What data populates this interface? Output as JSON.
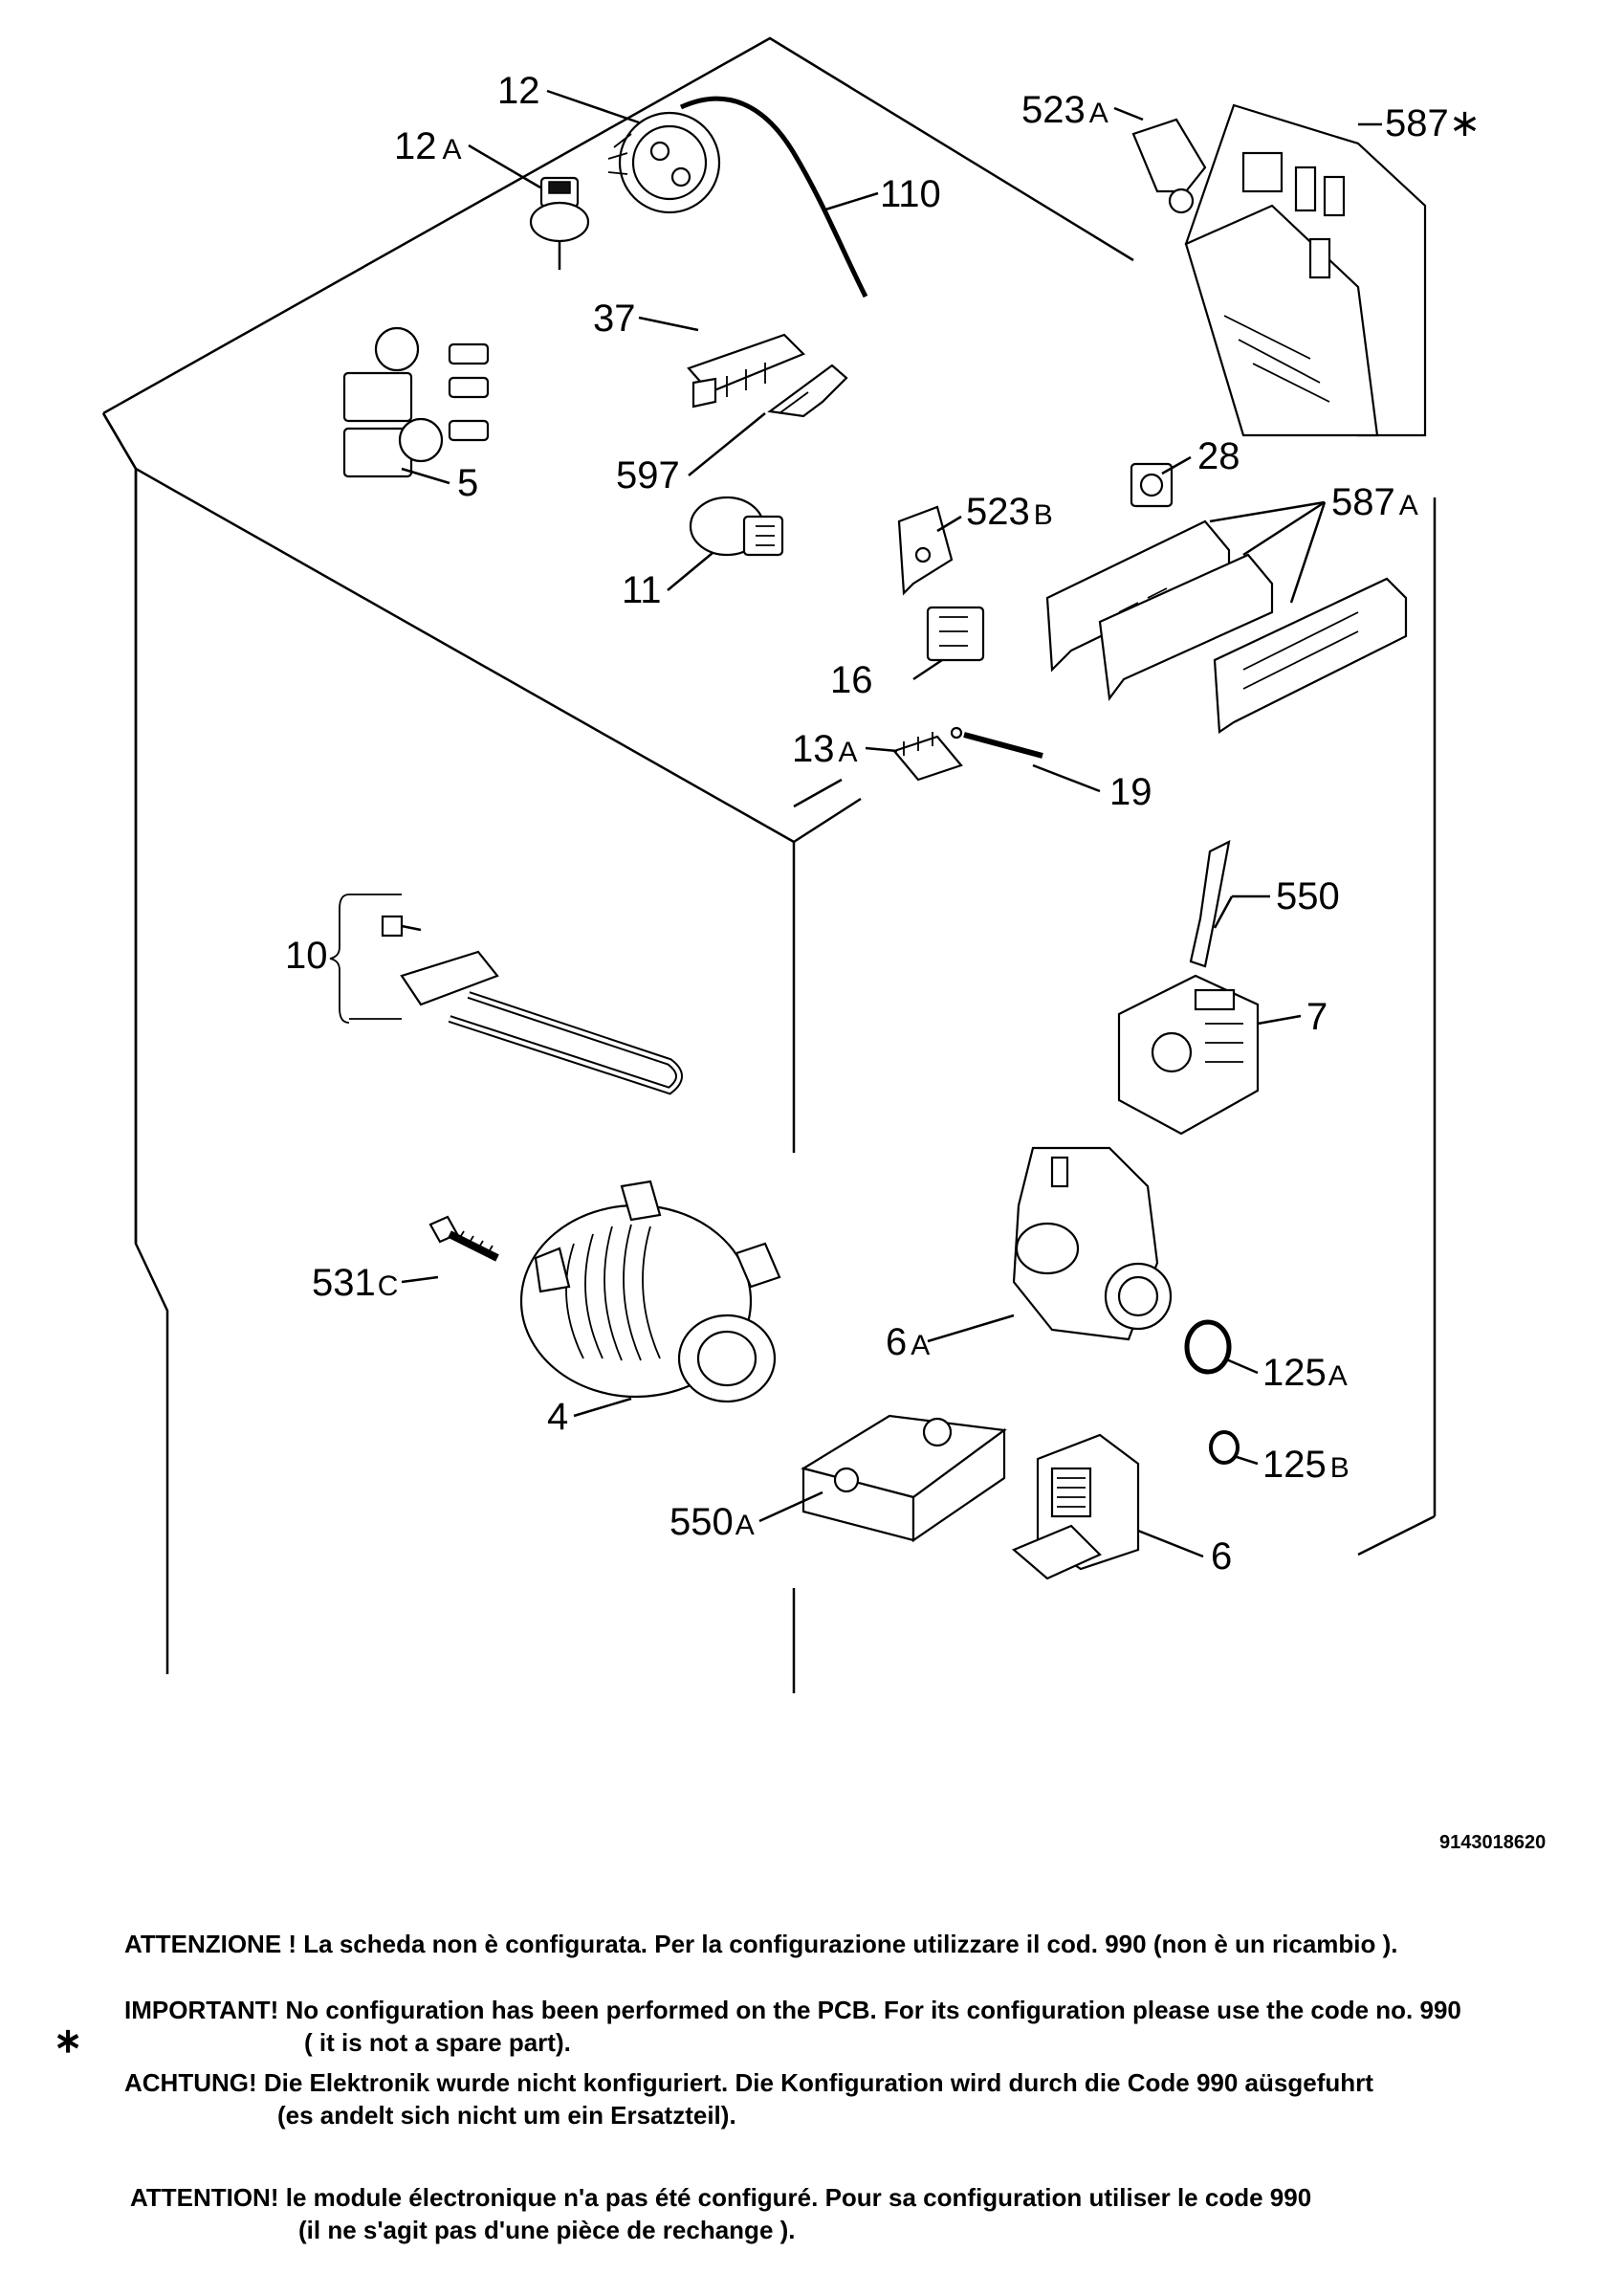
{
  "drawing_code": "9143018620",
  "labels": {
    "p12": "12",
    "p12a": "12",
    "p12a_suffix": "A",
    "p110": "110",
    "p37": "37",
    "p5": "5",
    "p597": "597",
    "p11": "11",
    "p523a": "523",
    "p523a_suffix": "A",
    "p587star": "587∗",
    "p28": "28",
    "p523b": "523",
    "p523b_suffix": "B",
    "p587a": "587",
    "p587a_suffix": "A",
    "p16": "16",
    "p13a": "13",
    "p13a_suffix": "A",
    "p19": "19",
    "p10": "10",
    "p550": "550",
    "p7": "7",
    "p531c": "531",
    "p531c_suffix": "C",
    "p4": "4",
    "p6a": "6",
    "p6a_suffix": "A",
    "p125a": "125",
    "p125a_suffix": "A",
    "p125b": "125",
    "p125b_suffix": "B",
    "p550a": "550",
    "p550a_suffix": "A",
    "p6": "6"
  },
  "notes": {
    "it": "ATTENZIONE ! La scheda non è  configurata. Per la configurazione utilizzare il cod. 990 (non è un ricambio ).",
    "en_1": "IMPORTANT! No configuration has been performed on the PCB. For its configuration please use the code no. 990",
    "en_2": "( it is not a spare part).",
    "de_mark": "∗",
    "de_1": "ACHTUNG! Die Elektronik wurde nicht konfiguriert. Die Konfiguration wird durch die Code 990 aüsgefuhrt",
    "de_2": "(es andelt sich nicht um ein Ersatzteil).",
    "fr_1": "ATTENTION! le module électronique n'a pas été configuré. Pour  sa configuration utiliser le code 990",
    "fr_2": "(il ne s'agit pas d'une pièce de rechange )."
  }
}
